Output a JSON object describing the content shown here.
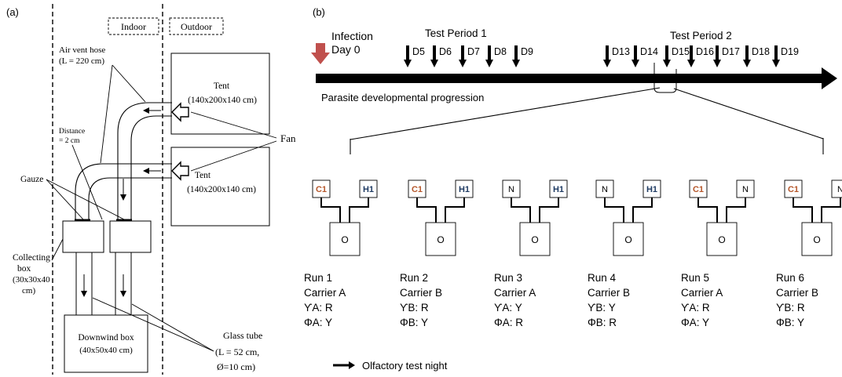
{
  "panel_a": {
    "label": "(a)",
    "indoor": "Indoor",
    "outdoor": "Outdoor",
    "air_vent_line1": "Air vent hose",
    "air_vent_line2": "(L = 220 cm)",
    "tent1_name": "Tent",
    "tent1_dims": "(140x200x140 cm)",
    "tent2_name": "Tent",
    "tent2_dims": "(140x200x140 cm)",
    "fan": "Fan",
    "distance_line1": "Distance",
    "distance_line2": "= 2 cm",
    "gauze": "Gauze",
    "collecting_line1": "Collecting",
    "collecting_line2": "box",
    "collecting_line3": "(30x30x40",
    "collecting_line4": "cm)",
    "downwind_line1": "Downwind box",
    "downwind_line2": "(40x50x40 cm)",
    "glass_line1": "Glass tube",
    "glass_line2": "(L = 52 cm,",
    "glass_line3": "Ø=10 cm)"
  },
  "panel_b": {
    "label": "(b)",
    "infection_line1": "Infection",
    "infection_line2": "Day 0",
    "period1": "Test Period 1",
    "period2": "Test Period 2",
    "progression": "Parasite developmental progression",
    "days_p1": [
      "D5",
      "D6",
      "D7",
      "D8",
      "D9"
    ],
    "days_p2": [
      "D13",
      "D14",
      "D15",
      "D16",
      "D17",
      "D18",
      "D19"
    ],
    "legend": "Olfactory test night",
    "runs": [
      {
        "left": "C1",
        "right": "H1",
        "center": "O",
        "run": "Run 1",
        "carrier": "Carrier A",
        "y_line": "ϒA: R",
        "phi_line": "ΦA: Y"
      },
      {
        "left": "C1",
        "right": "H1",
        "center": "O",
        "run": "Run 2",
        "carrier": "Carrier B",
        "y_line": "ϒB: R",
        "phi_line": "ΦB: Y"
      },
      {
        "left": "N",
        "right": "H1",
        "center": "O",
        "run": "Run 3",
        "carrier": "Carrier A",
        "y_line": "ϒA: Y",
        "phi_line": "ΦA: R"
      },
      {
        "left": "N",
        "right": "H1",
        "center": "O",
        "run": "Run 4",
        "carrier": "Carrier B",
        "y_line": "ϒB: Y",
        "phi_line": "ΦB: R"
      },
      {
        "left": "C1",
        "right": "N",
        "center": "O",
        "run": "Run 5",
        "carrier": "Carrier A",
        "y_line": "ϒA: R",
        "phi_line": "ΦA: Y"
      },
      {
        "left": "C1",
        "right": "N",
        "center": "O",
        "run": "Run 6",
        "carrier": "Carrier B",
        "y_line": "ϒB: R",
        "phi_line": "ΦB: Y"
      }
    ],
    "colors": {
      "c1": "#b5562a",
      "h1": "#1f3b63",
      "n": "#000000",
      "infection_arrow": "#c0504d"
    }
  }
}
